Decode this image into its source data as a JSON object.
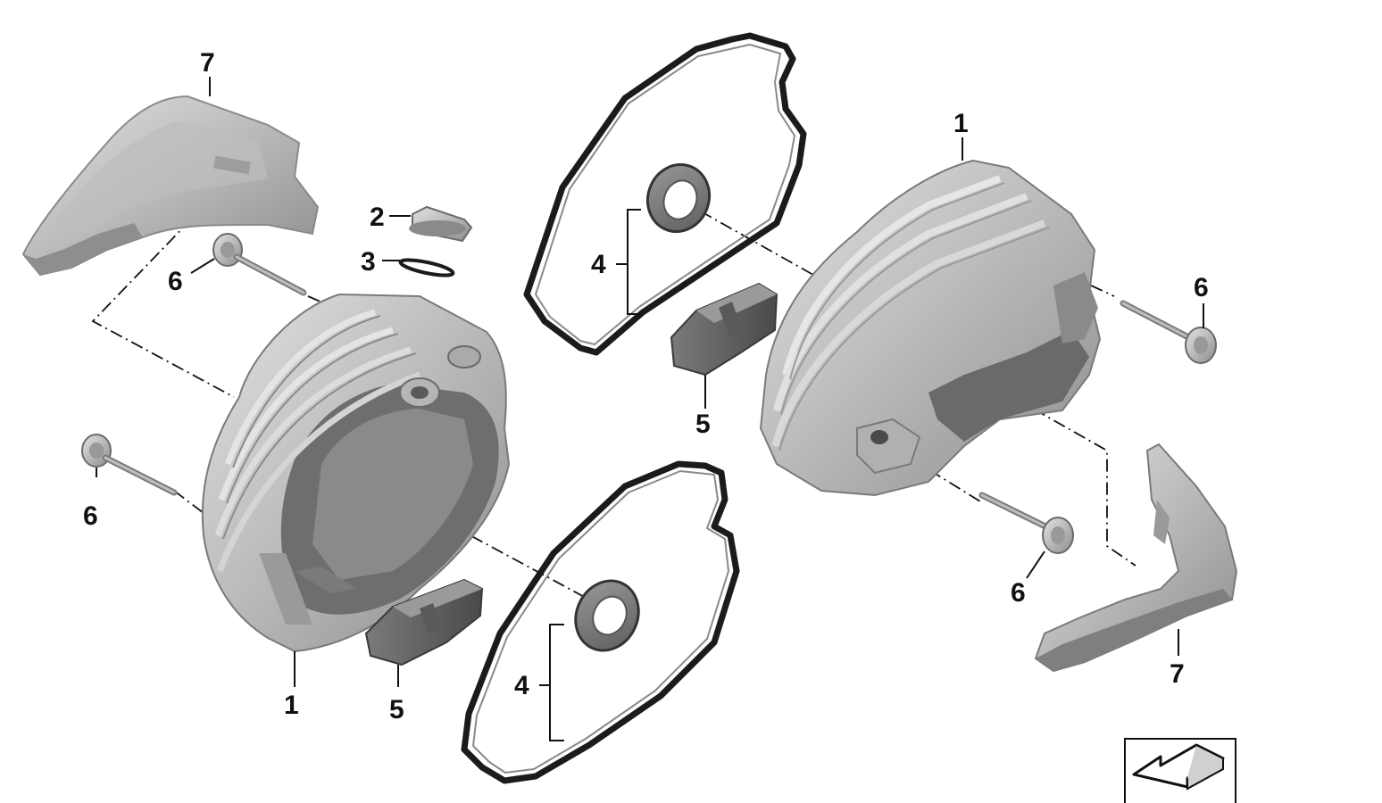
{
  "diagram": {
    "callouts": [
      {
        "id": "left-cover-1",
        "label": "1"
      },
      {
        "id": "right-cover-1",
        "label": "1"
      },
      {
        "id": "plug-2",
        "label": "2"
      },
      {
        "id": "ring-3",
        "label": "3"
      },
      {
        "id": "gasket-4-top",
        "label": "4"
      },
      {
        "id": "gasket-4-bottom",
        "label": "4"
      },
      {
        "id": "block-5-top",
        "label": "5"
      },
      {
        "id": "block-5-bottom",
        "label": "5"
      },
      {
        "id": "bolt-6-upper-left",
        "label": "6"
      },
      {
        "id": "bolt-6-lower-left",
        "label": "6"
      },
      {
        "id": "bolt-6-upper-right",
        "label": "6"
      },
      {
        "id": "bolt-6-lower-right",
        "label": "6"
      },
      {
        "id": "guard-7-left",
        "label": "7"
      },
      {
        "id": "guard-7-right",
        "label": "7"
      }
    ],
    "icons": {
      "direction": "direction-arrow-icon"
    },
    "colors": {
      "part_light": "#cfcfcf",
      "part_mid": "#a8a8a8",
      "part_dark": "#6f6f6f",
      "gasket": "#1b1b1b",
      "lines": "#111111"
    }
  }
}
